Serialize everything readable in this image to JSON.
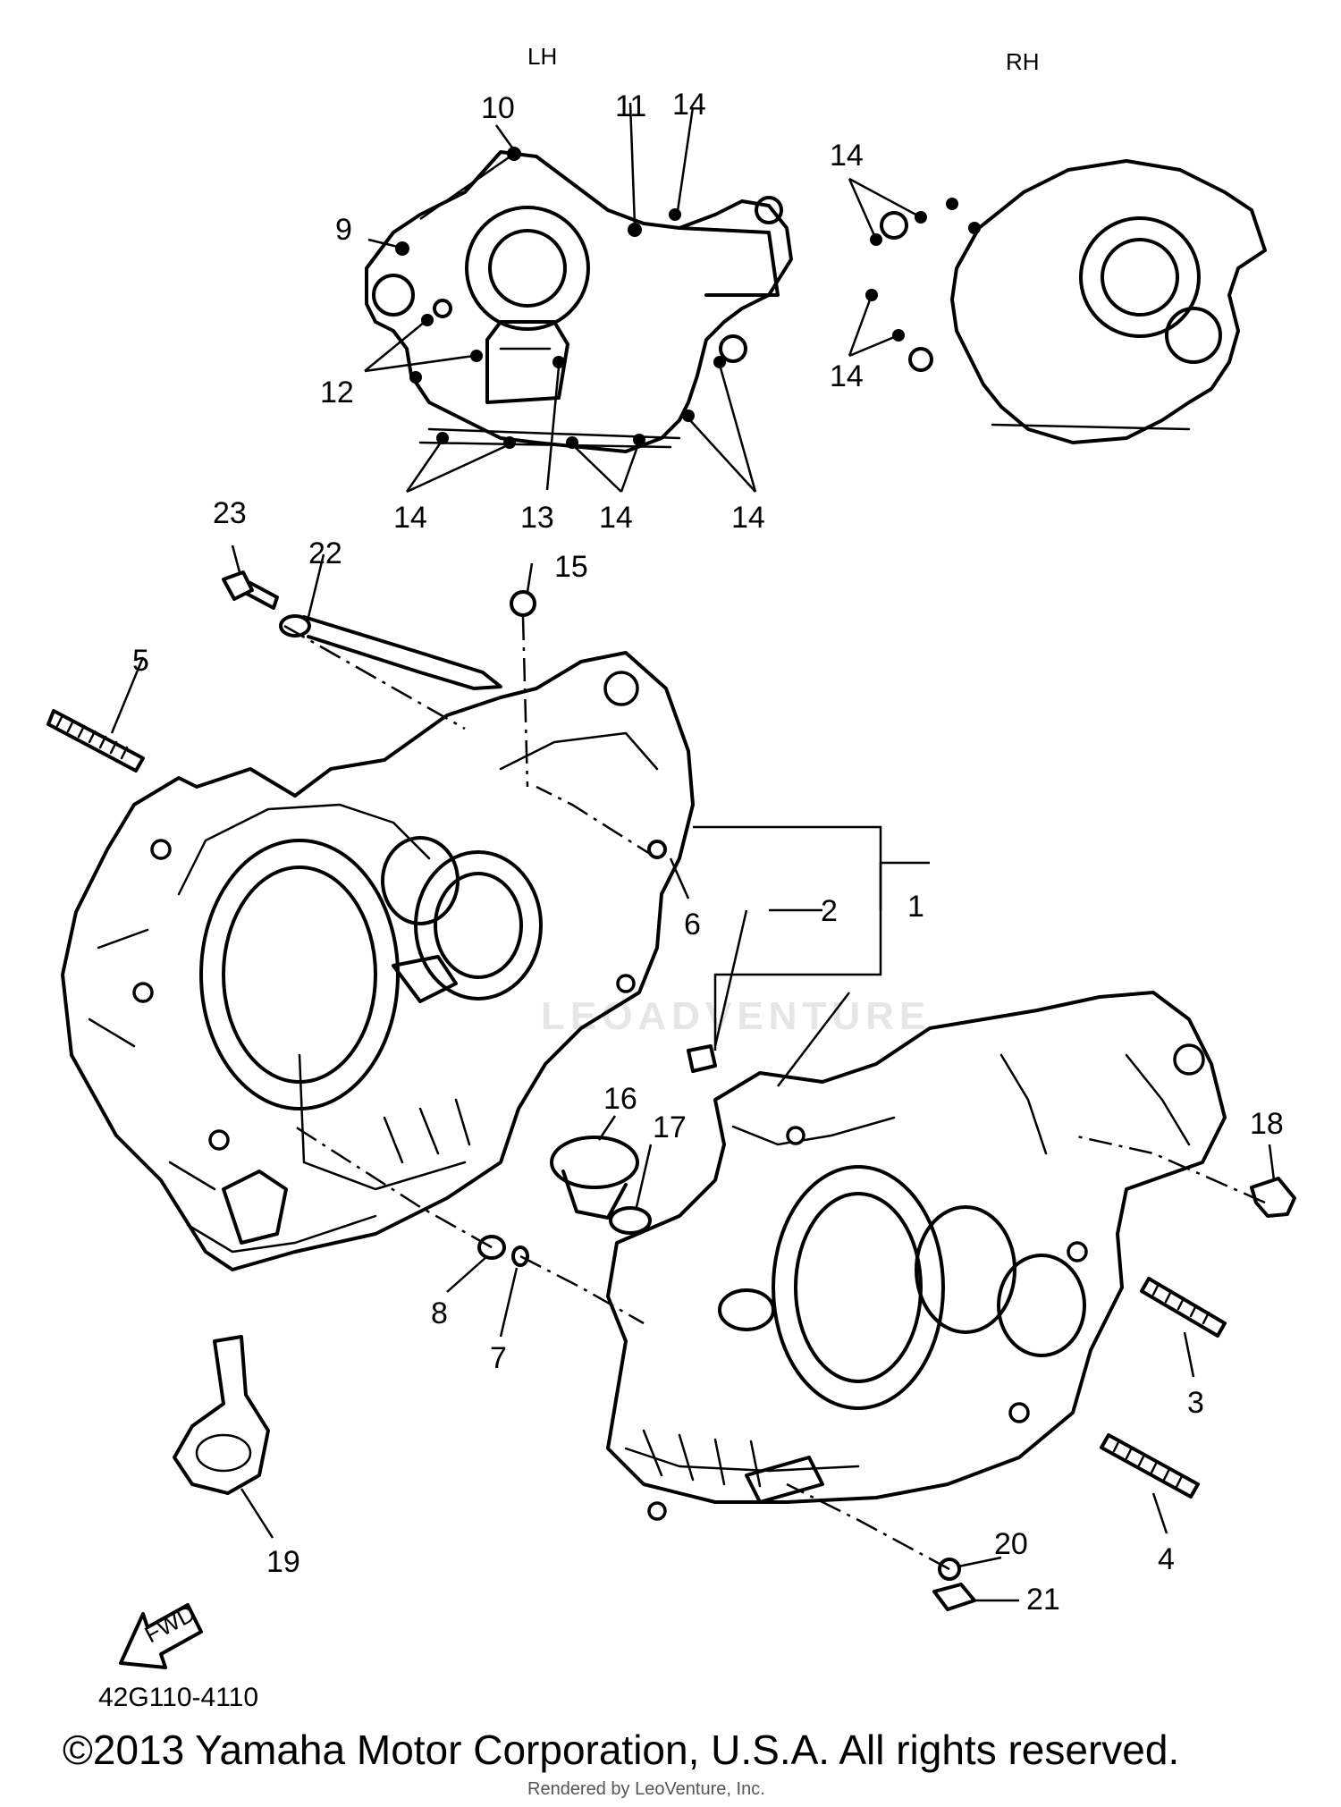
{
  "diagram": {
    "side_labels": {
      "left": "LH",
      "right": "RH"
    },
    "callouts": [
      "1",
      "2",
      "3",
      "4",
      "5",
      "6",
      "7",
      "8",
      "9",
      "10",
      "11",
      "12",
      "13",
      "14",
      "15",
      "16",
      "17",
      "18",
      "19",
      "20",
      "21",
      "22",
      "23"
    ],
    "repeated_callout": "14",
    "forward_arrow": "FWD",
    "part_code": "42G110-4110"
  },
  "footer": {
    "copyright": "©2013 Yamaha Motor Corporation, U.S.A. All rights reserved.",
    "render_note": "Rendered by LeoVenture, Inc."
  },
  "watermark": "LEOADVENTURE"
}
